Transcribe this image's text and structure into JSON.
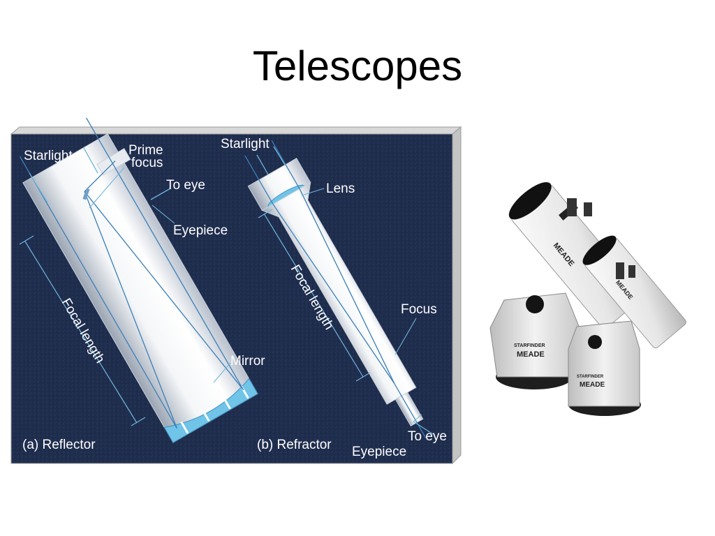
{
  "slide": {
    "title": "Telescopes"
  },
  "diagram": {
    "reflector": {
      "starlight": "Starlight",
      "prime_focus_line1": "Prime",
      "prime_focus_line2": "focus",
      "to_eye": "To eye",
      "eyepiece": "Eyepiece",
      "focal_length": "Focal length",
      "mirror": "Mirror",
      "caption": "(a) Reflector"
    },
    "refractor": {
      "starlight": "Starlight",
      "lens": "Lens",
      "focal_length": "Focal length",
      "focus": "Focus",
      "to_eye": "To eye",
      "eyepiece": "Eyepiece",
      "caption": "(b) Refractor"
    }
  },
  "photo": {
    "large_brand_small": "STARFINDER",
    "large_brand": "MEADE",
    "large_tube_brand": "MEADE",
    "small_brand_small": "STARFINDER",
    "small_brand": "MEADE",
    "small_tube_brand": "MEADE"
  }
}
